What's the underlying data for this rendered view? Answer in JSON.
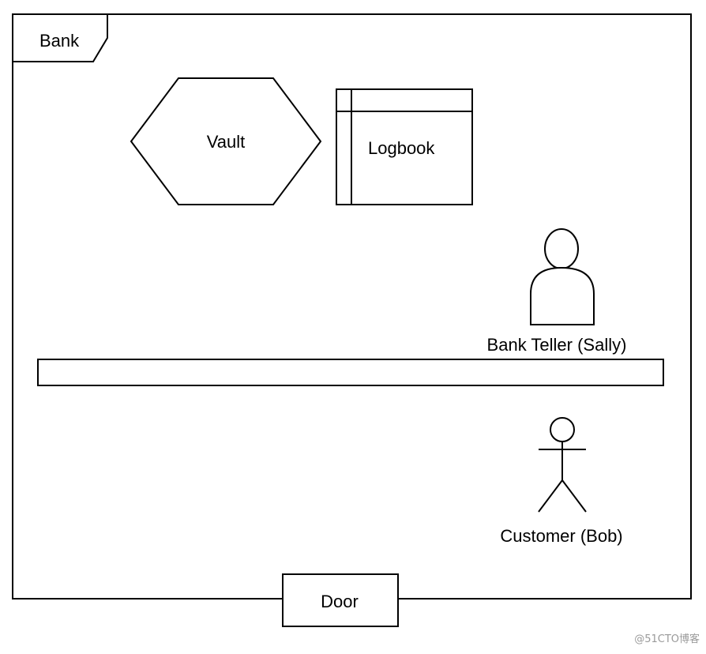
{
  "frame": {
    "label": "Bank"
  },
  "vault": {
    "label": "Vault"
  },
  "logbook": {
    "label": "Logbook"
  },
  "teller": {
    "label": "Bank Teller (Sally)"
  },
  "customer": {
    "label": "Customer (Bob)"
  },
  "door": {
    "label": "Door"
  },
  "watermark": {
    "text": "@51CTO博客"
  },
  "colors": {
    "stroke": "#000000",
    "background": "#ffffff",
    "watermark": "#9a9a9a"
  }
}
